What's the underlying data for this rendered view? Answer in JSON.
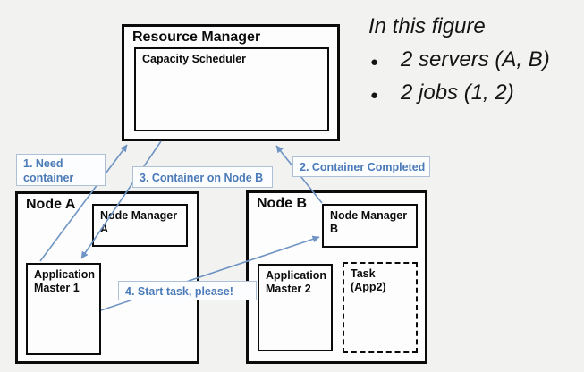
{
  "figure_note": {
    "title": "In this figure",
    "bullets": [
      "2 servers (A, B)",
      "2 jobs (1, 2)"
    ]
  },
  "resource_manager": {
    "title": "Resource Manager",
    "scheduler_label": "Capacity Scheduler"
  },
  "node_a": {
    "title": "Node A",
    "node_manager": {
      "line1": "Node Manager",
      "line2": "A"
    },
    "app_master": {
      "line1": "Application",
      "line2": "Master 1"
    }
  },
  "node_b": {
    "title": "Node B",
    "node_manager": {
      "line1": "Node Manager",
      "line2": "B"
    },
    "app_master": {
      "line1": "Application",
      "line2": "Master 2"
    },
    "task": {
      "line1": "Task",
      "line2": "(App2)"
    }
  },
  "steps": {
    "step1": {
      "line1": "1. Need",
      "line2": "container"
    },
    "step2": {
      "label": "2. Container Completed"
    },
    "step3": {
      "label": "3. Container on Node B"
    },
    "step4": {
      "label": "4. Start task, please!"
    }
  },
  "colors": {
    "background": "#f2f2f0",
    "box_border": "#0b0b0b",
    "step_text_blue": "#4a7ab8",
    "step_border_blue": "#aebfd8",
    "arrow_blue": "#6f94c4"
  }
}
